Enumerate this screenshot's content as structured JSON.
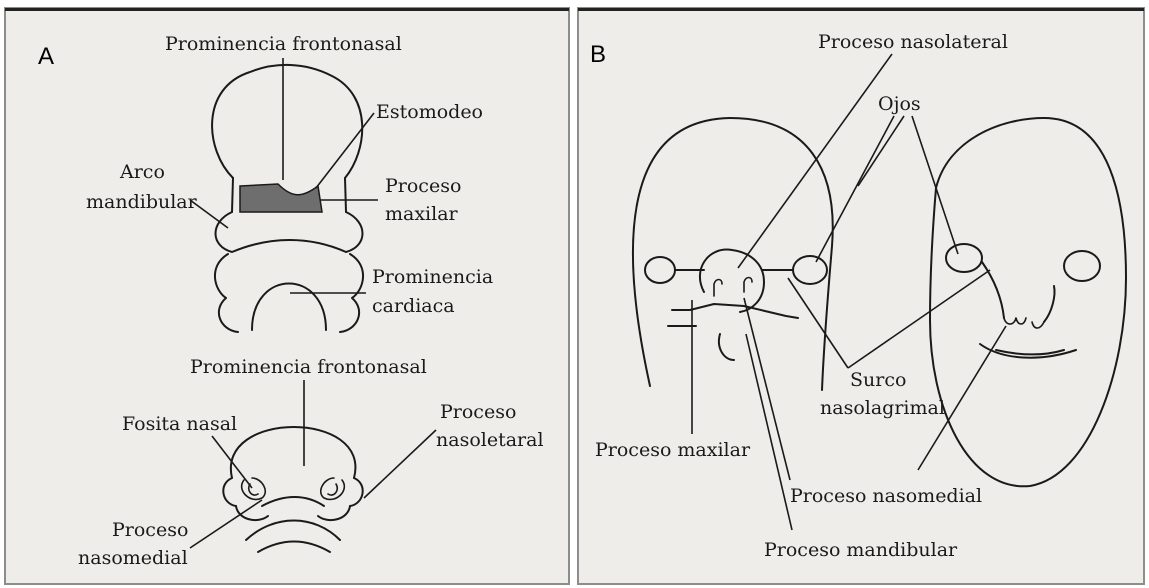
{
  "panels": {
    "a": {
      "letter": "A"
    },
    "b": {
      "letter": "B"
    }
  },
  "labels": {
    "a_prominencia_frontonasal_top": "Prominencia frontonasal",
    "a_estomodeo": "Estomodeo",
    "a_arco_1": "Arco",
    "a_arco_2": "mandibular",
    "a_proceso_maxilar_1": "Proceso",
    "a_proceso_maxilar_2": "maxilar",
    "a_prominencia_cardiaca_1": "Prominencia",
    "a_prominencia_cardiaca_2": "cardiaca",
    "a_prominencia_frontonasal_bottom": "Prominencia frontonasal",
    "a_fosita_nasal": "Fosita nasal",
    "a_proceso_nasoletaral_1": "Proceso",
    "a_proceso_nasoletaral_2": "nasoletaral",
    "a_proceso_nasomedial_1": "Proceso",
    "a_proceso_nasomedial_2": "nasomedial",
    "b_proceso_nasolateral": "Proceso nasolateral",
    "b_ojos": "Ojos",
    "b_surco_1": "Surco",
    "b_surco_2": "nasolagrimal",
    "b_proceso_maxilar": "Proceso maxilar",
    "b_proceso_nasomedial": "Proceso nasomedial",
    "b_proceso_mandibular": "Proceso mandibular"
  },
  "colors": {
    "panel_background": "#eeedea",
    "panel_border": "#8d8d8d",
    "ink": "#1a1a1a",
    "maxillary_fill": "#6e6e6e"
  }
}
